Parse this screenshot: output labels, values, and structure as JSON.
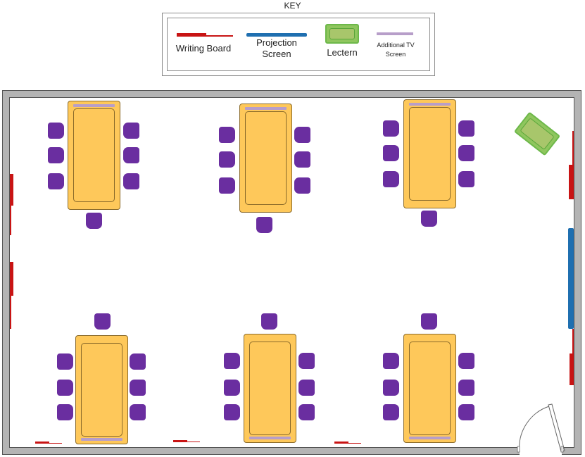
{
  "key": {
    "title": "KEY",
    "items": [
      {
        "label": "Writing Board",
        "symbol": "writing-board",
        "color": "#c81414"
      },
      {
        "label_line1": "Projection",
        "label_line2": "Screen",
        "symbol": "projection-screen",
        "color": "#1f6fb0"
      },
      {
        "label": "Lectern",
        "symbol": "lectern",
        "color": "#8fc65e"
      },
      {
        "label_line1": "Additional TV",
        "label_line2": "Screen",
        "symbol": "additional-tv-screen",
        "color": "#b79ec9"
      }
    ]
  },
  "room": {
    "tables": [
      {
        "id": "table-1",
        "row": "top",
        "seats": 7
      },
      {
        "id": "table-2",
        "row": "top",
        "seats": 7
      },
      {
        "id": "table-3",
        "row": "top",
        "seats": 7
      },
      {
        "id": "table-4",
        "row": "bottom",
        "seats": 7
      },
      {
        "id": "table-5",
        "row": "bottom",
        "seats": 7
      },
      {
        "id": "table-6",
        "row": "bottom",
        "seats": 7
      }
    ],
    "colors": {
      "table": "#fec85a",
      "chair": "#6a2ea0",
      "wall": "#b4b4b4",
      "writing_board": "#c81414",
      "projection_screen": "#1f6fb0",
      "lectern": "#8fc65e",
      "tv_screen": "#b79ec9"
    }
  }
}
